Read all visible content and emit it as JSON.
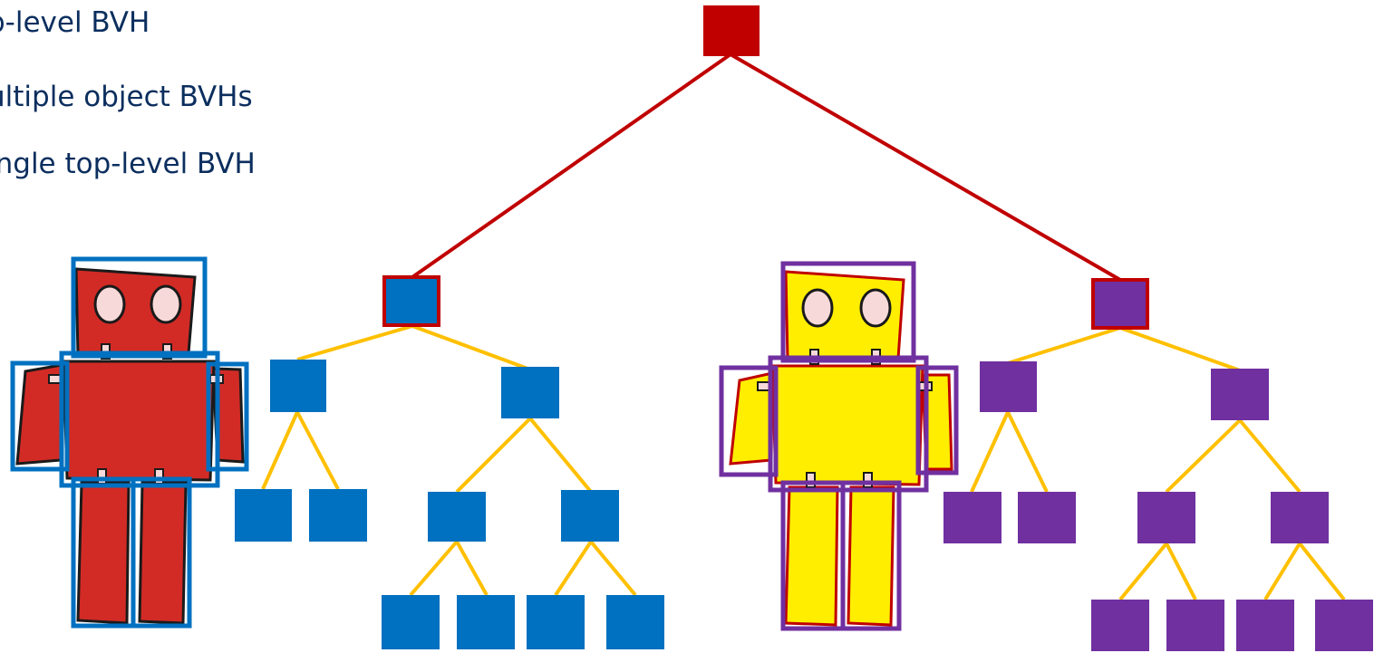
{
  "bullets": {
    "line1": "p-level BVH",
    "line2": "ultiple object BVHs",
    "line3": "ingle top-level BVH"
  },
  "colors": {
    "root": "#c00000",
    "blue": "#0070c0",
    "purple": "#7030a0",
    "bottom_edge": "#ffc000",
    "red_robot": "#d22b26",
    "yellow_robot": "#ffee00",
    "robot_eye": "#f8d9d9",
    "outline": "#1a1a1a"
  },
  "diagram": {
    "top_level_node": "root-node",
    "object_bvh_count": 2,
    "leaves_per_object_bvh": 6
  }
}
